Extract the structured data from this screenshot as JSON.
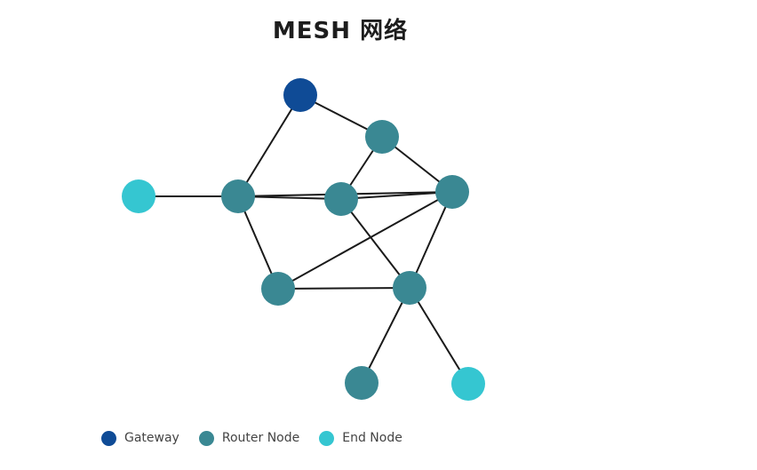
{
  "title": "MESH 网络",
  "colors": {
    "gateway": "#0f4b96",
    "router": "#3a8893",
    "end": "#35c6d1",
    "edge": "#1a1a1a"
  },
  "nodes": [
    {
      "id": "gw",
      "type": "gateway"
    },
    {
      "id": "r1",
      "type": "router"
    },
    {
      "id": "r2",
      "type": "router"
    },
    {
      "id": "r3",
      "type": "router"
    },
    {
      "id": "r4",
      "type": "router"
    },
    {
      "id": "r5",
      "type": "router"
    },
    {
      "id": "r6",
      "type": "router"
    },
    {
      "id": "r7",
      "type": "router"
    },
    {
      "id": "e1",
      "type": "end"
    },
    {
      "id": "e2",
      "type": "end"
    }
  ],
  "edges": [
    [
      "gw",
      "r1"
    ],
    [
      "gw",
      "r2"
    ],
    [
      "r1",
      "r3"
    ],
    [
      "r1",
      "r4"
    ],
    [
      "r2",
      "r3"
    ],
    [
      "r2",
      "r5"
    ],
    [
      "r2",
      "r4"
    ],
    [
      "r3",
      "r4"
    ],
    [
      "r3",
      "r6"
    ],
    [
      "r4",
      "r6"
    ],
    [
      "r4",
      "r5"
    ],
    [
      "r5",
      "r6"
    ],
    [
      "r6",
      "r7"
    ],
    [
      "r6",
      "e2"
    ],
    [
      "r2",
      "e1"
    ]
  ],
  "legend": [
    {
      "label": "Gateway",
      "type": "gateway"
    },
    {
      "label": "Router Node",
      "type": "router"
    },
    {
      "label": "End Node",
      "type": "end"
    }
  ]
}
